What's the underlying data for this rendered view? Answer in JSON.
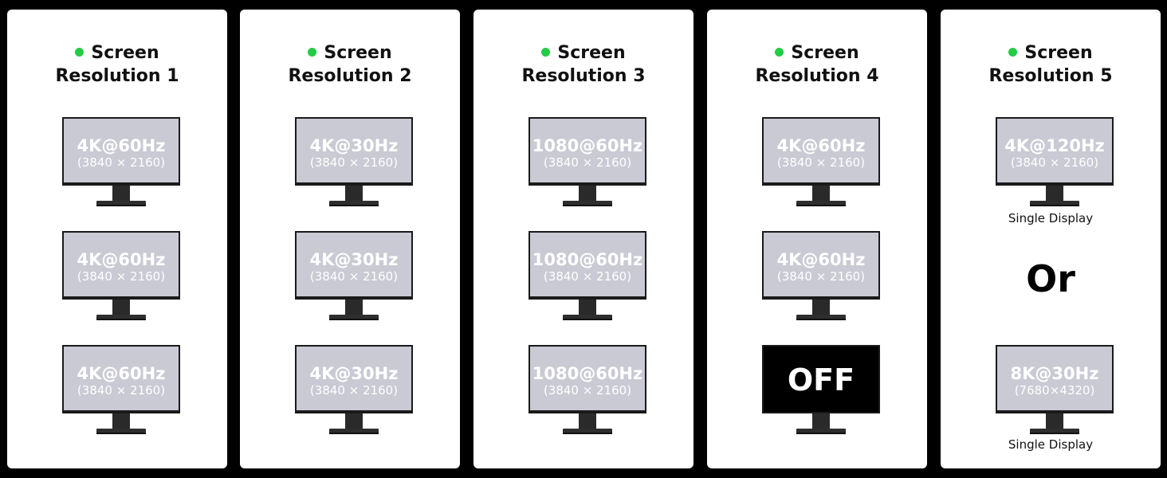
{
  "colors": {
    "background": "#000000",
    "panel": "#ffffff",
    "status_dot": "#22cc44",
    "screen": "#c9cad4",
    "screen_off": "#000000",
    "bezel": "#1a1a1a"
  },
  "panels": [
    {
      "title_line1": "Screen",
      "title_line2": "Resolution 1",
      "monitors": [
        {
          "resolution": "4K@60Hz",
          "pixels": "(3840 × 2160)"
        },
        {
          "resolution": "4K@60Hz",
          "pixels": "(3840 × 2160)"
        },
        {
          "resolution": "4K@60Hz",
          "pixels": "(3840 × 2160)"
        }
      ]
    },
    {
      "title_line1": "Screen",
      "title_line2": "Resolution 2",
      "monitors": [
        {
          "resolution": "4K@30Hz",
          "pixels": "(3840 × 2160)"
        },
        {
          "resolution": "4K@30Hz",
          "pixels": "(3840 × 2160)"
        },
        {
          "resolution": "4K@30Hz",
          "pixels": "(3840 × 2160)"
        }
      ]
    },
    {
      "title_line1": "Screen",
      "title_line2": "Resolution 3",
      "monitors": [
        {
          "resolution": "1080@60Hz",
          "pixels": "(3840 × 2160)"
        },
        {
          "resolution": "1080@60Hz",
          "pixels": "(3840 × 2160)"
        },
        {
          "resolution": "1080@60Hz",
          "pixels": "(3840 × 2160)"
        }
      ]
    },
    {
      "title_line1": "Screen",
      "title_line2": "Resolution 4",
      "monitors": [
        {
          "resolution": "4K@60Hz",
          "pixels": "(3840 × 2160)"
        },
        {
          "resolution": "4K@60Hz",
          "pixels": "(3840 × 2160)"
        },
        {
          "off_label": "OFF"
        }
      ]
    },
    {
      "title_line1": "Screen",
      "title_line2": "Resolution 5",
      "monitors": [
        {
          "resolution": "4K@120Hz",
          "pixels": "(3840 × 2160)",
          "note": "Single Display"
        },
        {
          "resolution": "8K@30Hz",
          "pixels": "(7680×4320)",
          "note": "Single Display"
        }
      ],
      "separator": "Or"
    }
  ]
}
